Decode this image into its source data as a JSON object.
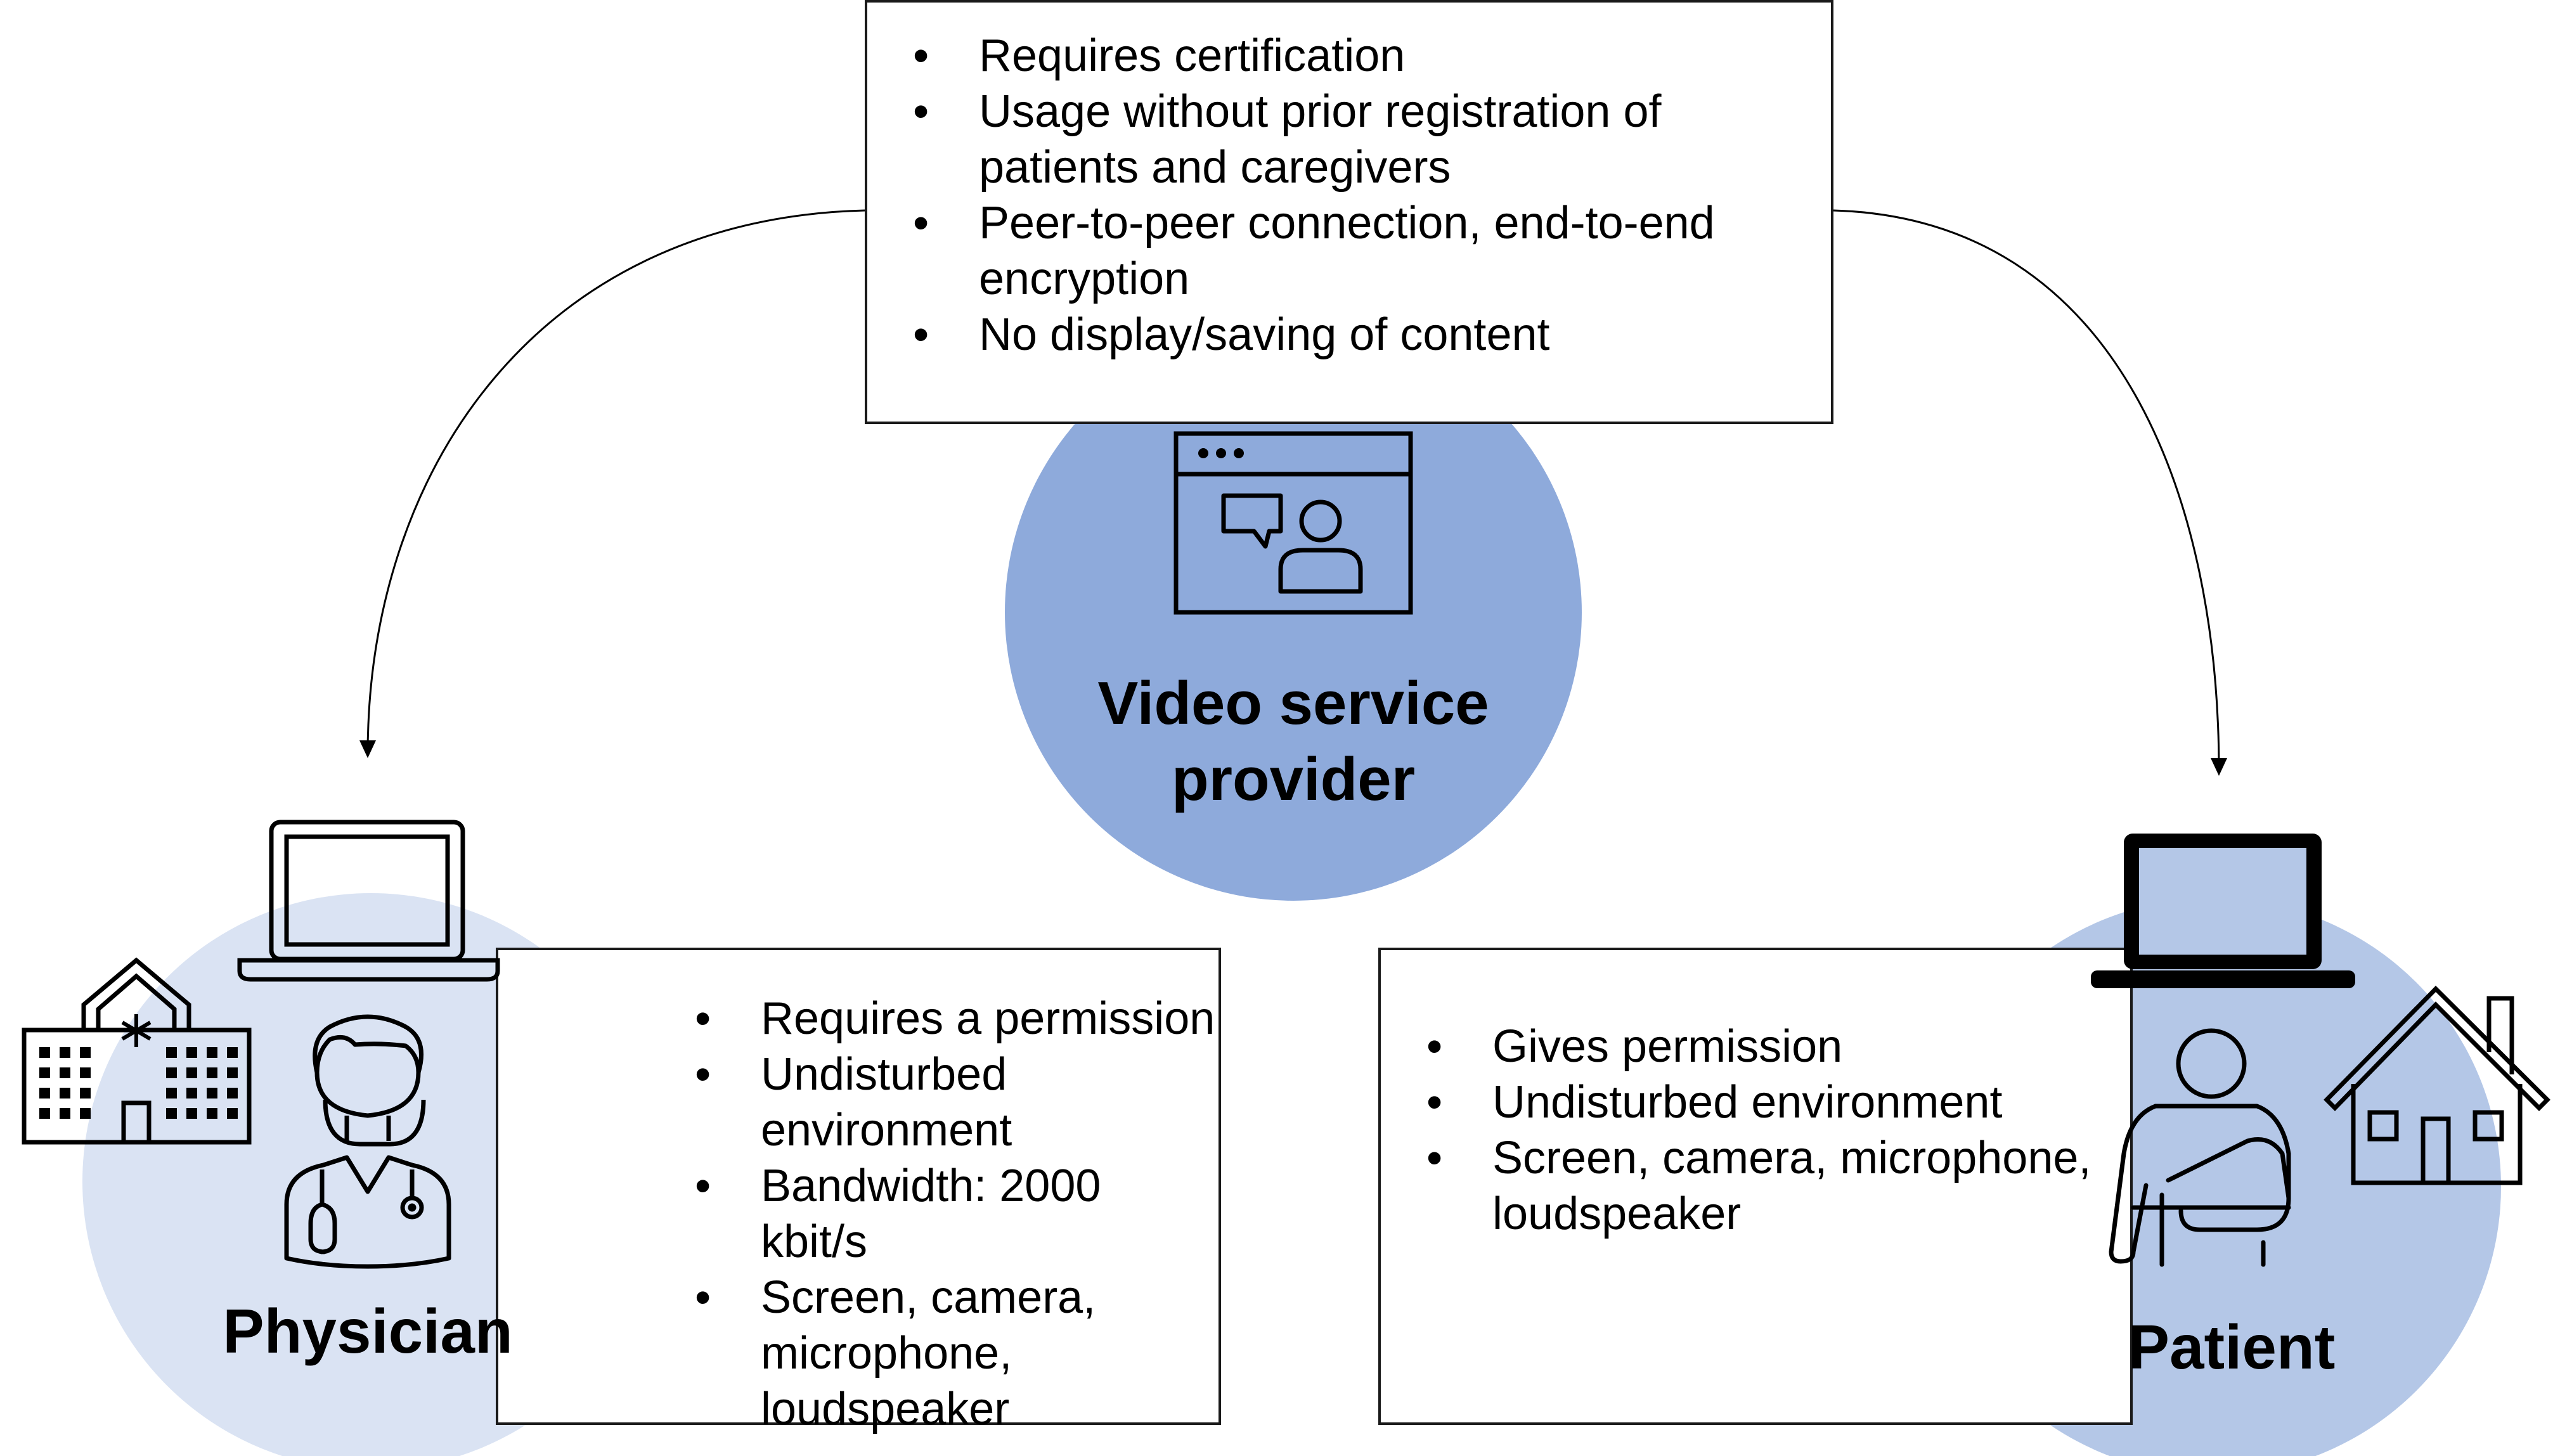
{
  "colors": {
    "provider_circle": "#8eaadb",
    "physician_circle": "#dae3f3",
    "patient_circle": "#b4c7e7",
    "stroke": "#000000"
  },
  "provider": {
    "title_line1": "Video service",
    "title_line2": "provider",
    "icon": "video-call-window-icon",
    "items": [
      "Requires certification",
      "Usage without prior registration of patients and caregivers",
      "Peer-to-peer connection, end-to-end encryption",
      "No display/saving of content"
    ]
  },
  "physician": {
    "title": "Physician",
    "icons": [
      "laptop-icon",
      "hospital-icon",
      "doctor-icon"
    ],
    "items": [
      "Requires a permission",
      "Undisturbed environment",
      "Bandwidth: 2000 kbit/s",
      "Screen, camera, microphone, loudspeaker"
    ]
  },
  "patient": {
    "title": "Patient",
    "icons": [
      "laptop-icon",
      "patient-icon",
      "house-icon"
    ],
    "items": [
      "Gives permission",
      "Undisturbed environment",
      "Screen, camera, microphone, loudspeaker"
    ]
  }
}
